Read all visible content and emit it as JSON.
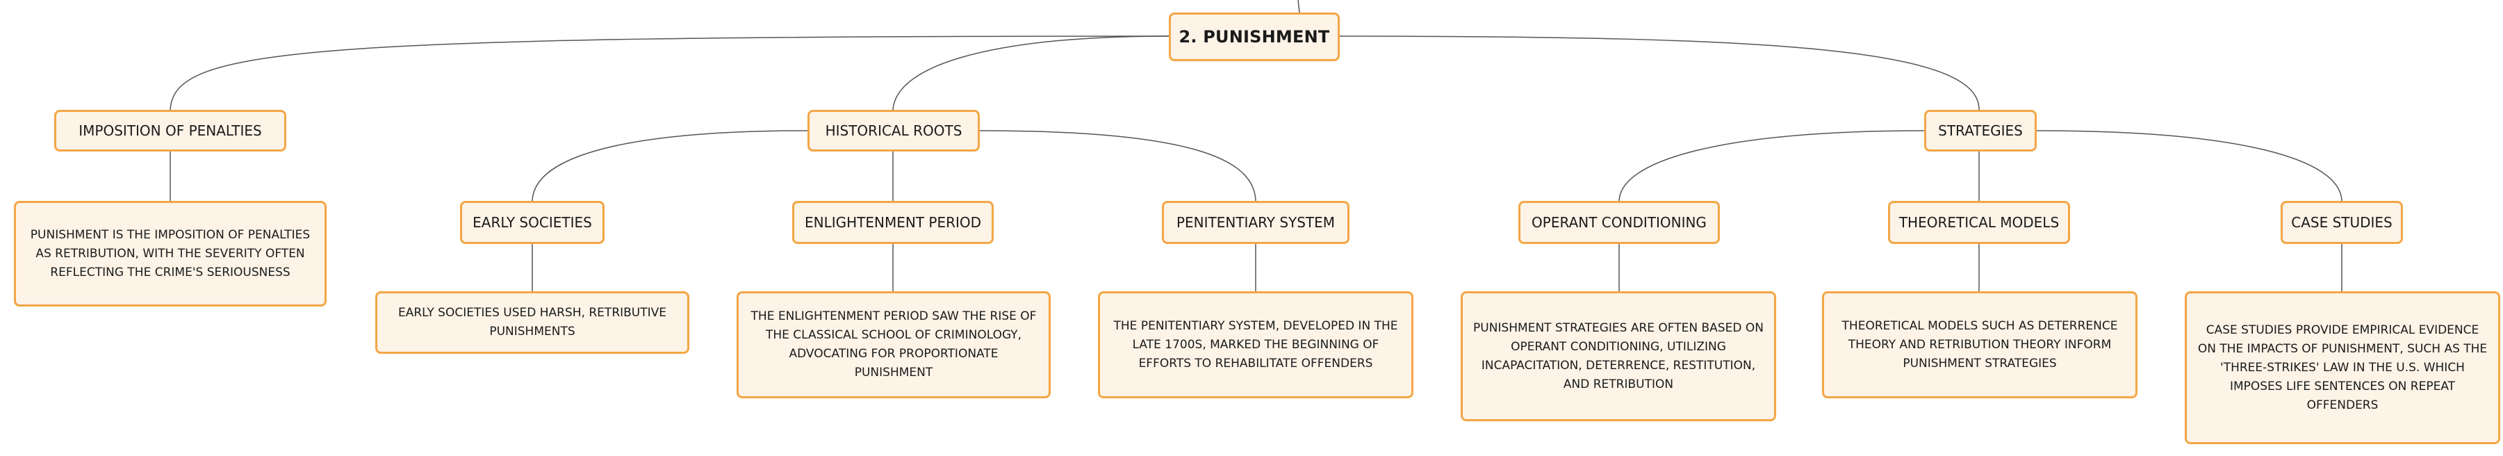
{
  "root": {
    "label": "2. PUNISHMENT"
  },
  "branches": [
    {
      "label": "IMPOSITION OF PENALTIES",
      "leaf": "PUNISHMENT IS THE IMPOSITION OF PENALTIES AS RETRIBUTION, WITH THE SEVERITY OFTEN REFLECTING THE CRIME'S SERIOUSNESS"
    },
    {
      "label": "HISTORICAL ROOTS",
      "children": [
        {
          "label": "EARLY SOCIETIES",
          "leaf": "EARLY SOCIETIES USED HARSH, RETRIBUTIVE PUNISHMENTS"
        },
        {
          "label": "ENLIGHTENMENT PERIOD",
          "leaf": "THE ENLIGHTENMENT PERIOD SAW THE RISE OF THE CLASSICAL SCHOOL OF CRIMINOLOGY, ADVOCATING FOR PROPORTIONATE PUNISHMENT"
        },
        {
          "label": "PENITENTIARY SYSTEM",
          "leaf": "THE PENITENTIARY SYSTEM, DEVELOPED IN THE LATE 1700S, MARKED THE BEGINNING OF EFFORTS TO REHABILITATE OFFENDERS"
        }
      ]
    },
    {
      "label": "STRATEGIES",
      "children": [
        {
          "label": "OPERANT CONDITIONING",
          "leaf": "PUNISHMENT STRATEGIES ARE OFTEN BASED ON OPERANT CONDITIONING, UTILIZING INCAPACITATION, DETERRENCE, RESTITUTION, AND RETRIBUTION"
        },
        {
          "label": "THEORETICAL MODELS",
          "leaf": "THEORETICAL MODELS SUCH AS DETERRENCE THEORY AND RETRIBUTION THEORY INFORM PUNISHMENT STRATEGIES"
        },
        {
          "label": "CASE STUDIES",
          "leaf": "CASE STUDIES PROVIDE EMPIRICAL EVIDENCE ON THE IMPACTS OF PUNISHMENT, SUCH AS THE 'THREE-STRIKES' LAW IN THE U.S. WHICH IMPOSES LIFE SENTENCES ON REPEAT OFFENDERS"
        }
      ]
    }
  ]
}
